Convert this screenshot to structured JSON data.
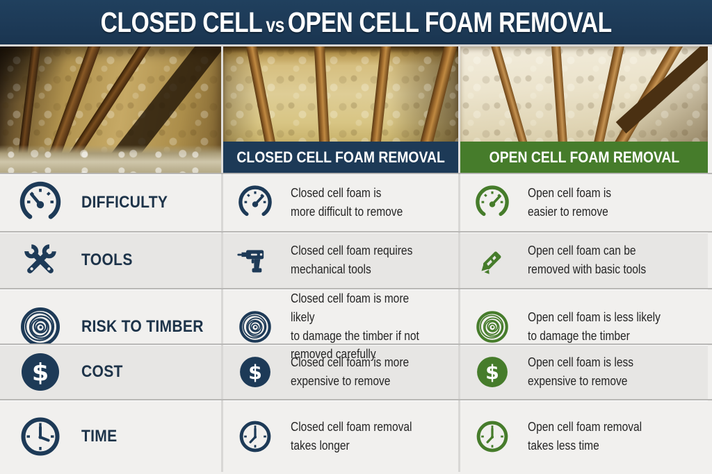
{
  "title": {
    "closed": "CLOSED CELL",
    "vs": "vs",
    "open": "OPEN CELL FOAM REMOVAL"
  },
  "columns": {
    "closed": {
      "header": "CLOSED CELL FOAM REMOVAL",
      "color": "#1d3a57"
    },
    "open": {
      "header": "OPEN CELL FOAM REMOVAL",
      "color": "#467c2b"
    }
  },
  "photos": {
    "left": "attic-spray-foam-corner-photo",
    "middle": "closed-cell-foam-attic-photo",
    "right": "open-cell-foam-attic-photo"
  },
  "colors": {
    "navy": "#1d3a57",
    "green": "#467c2b",
    "row_light": "#f1f0ee",
    "row_dark": "#e7e6e4",
    "banner_text": "#ffffff"
  },
  "rows": [
    {
      "label": "DIFFICULTY",
      "icons": {
        "label": "gauge-icon",
        "closed": "gauge-icon",
        "open": "gauge-icon"
      },
      "closed": "Closed cell foam is\nmore difficult to remove",
      "open": "Open cell foam is\neasier to remove"
    },
    {
      "label": "TOOLS",
      "icons": {
        "label": "crossed-wrenches-icon",
        "closed": "drill-icon",
        "open": "utility-knife-icon"
      },
      "closed": "Closed cell foam requires\nmechanical tools",
      "open": "Open cell foam can be\nremoved with basic tools"
    },
    {
      "label": "RISK TO TIMBER",
      "icons": {
        "label": "tree-rings-icon",
        "closed": "tree-rings-icon",
        "open": "tree-rings-icon"
      },
      "closed": "Closed cell foam is more likely\nto damage the timber if not\nremoved carefully",
      "open": "Open cell foam is less likely\nto damage the timber"
    },
    {
      "label": "COST",
      "icons": {
        "label": "dollar-icon",
        "closed": "dollar-icon",
        "open": "dollar-icon"
      },
      "closed": "Closed cell foam is more\nexpensive to remove",
      "open": "Open cell foam is less\nexpensive to remove"
    },
    {
      "label": "TIME",
      "icons": {
        "label": "clock-icon",
        "closed": "clock-icon",
        "open": "clock-icon"
      },
      "closed": "Closed cell foam removal\ntakes longer",
      "open": "Open cell foam removal\ntakes less time"
    }
  ]
}
